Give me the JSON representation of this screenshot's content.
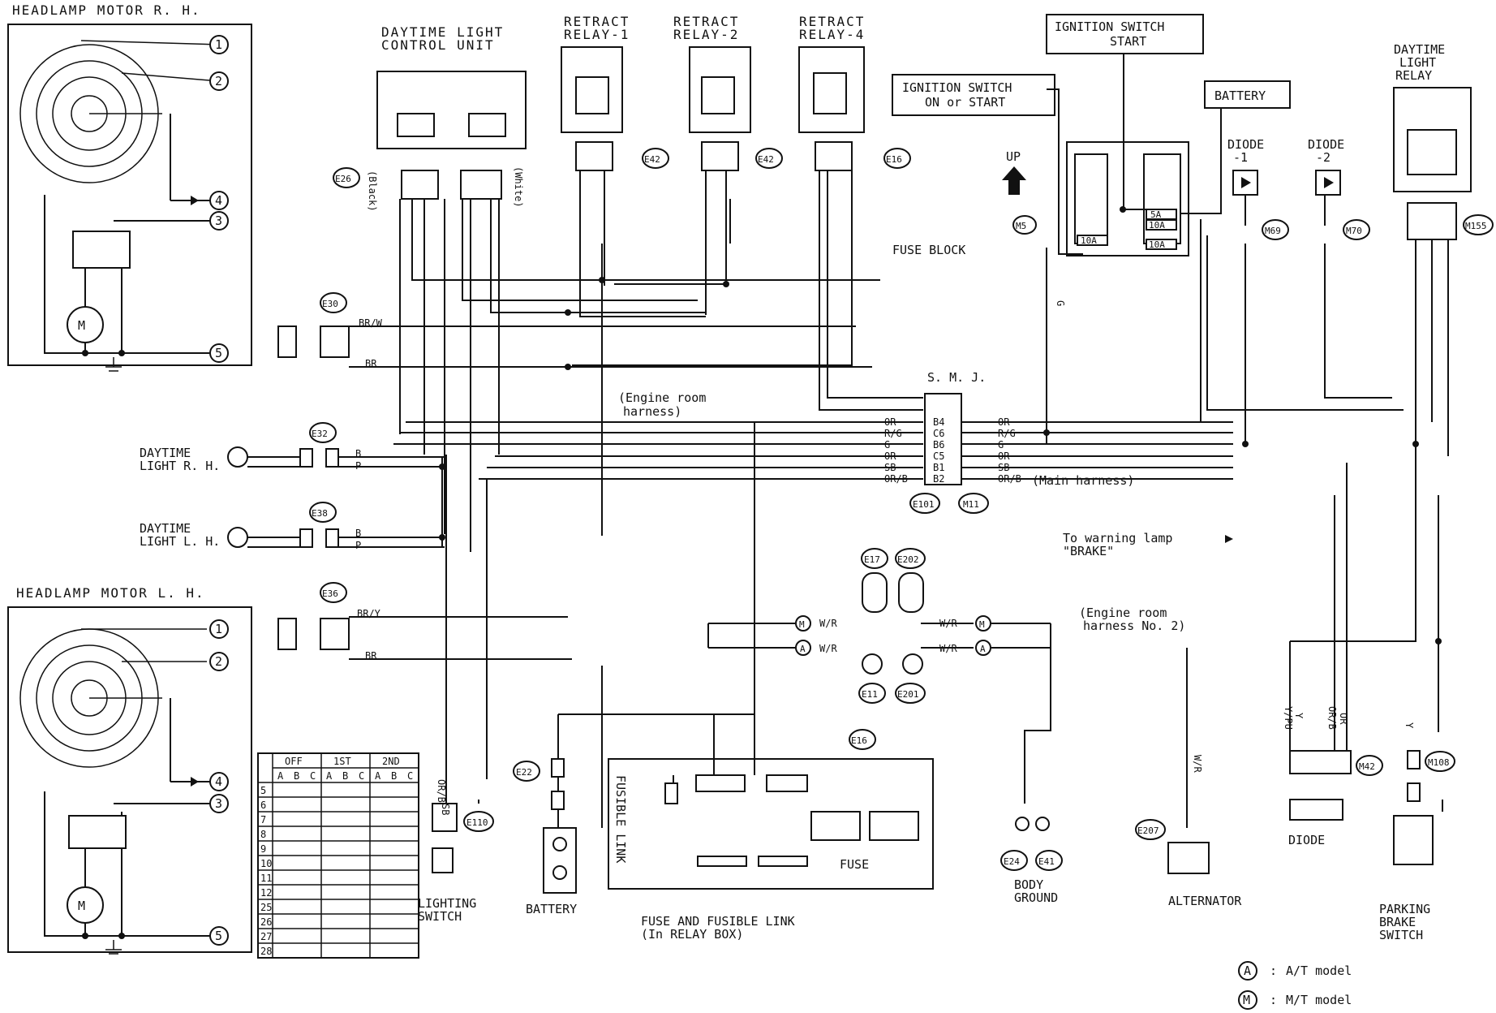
{
  "titles": {
    "motor_rh": "HEADLAMP MOTOR R. H.",
    "motor_lh": "HEADLAMP MOTOR L. H.",
    "dlcu_1": "DAYTIME LIGHT",
    "dlcu_2": "CONTROL UNIT",
    "relay1_1": "RETRACT",
    "relay1_2": "RELAY-1",
    "relay2_1": "RETRACT",
    "relay2_2": "RELAY-2",
    "relay4_1": "RETRACT",
    "relay4_2": "RELAY-4",
    "ign_start_1": "IGNITION SWITCH",
    "ign_start_2": "START",
    "ign_on_1": "IGNITION SWITCH",
    "ign_on_2": "ON or START",
    "battery_box": "BATTERY",
    "dlr_1": "DAYTIME",
    "dlr_2": "LIGHT",
    "dlr_3": "RELAY",
    "diode1_1": "DIODE",
    "diode1_2": "-1",
    "diode2_1": "DIODE",
    "diode2_2": "-2",
    "up": "UP",
    "fuse_block": "FUSE BLOCK",
    "smj": "S. M. J.",
    "engine_harness_1": "(Engine room",
    "engine_harness_2": "harness)",
    "main_harness": "(Main harness)",
    "warning_1": "To warning lamp",
    "warning_2": "\"BRAKE\"",
    "engine_harness2_1": "(Engine room",
    "engine_harness2_2": "harness No. 2)",
    "dl_rh_1": "DAYTIME",
    "dl_rh_2": "LIGHT R. H.",
    "dl_lh_1": "DAYTIME",
    "dl_lh_2": "LIGHT L. H.",
    "lighting_1": "LIGHTING",
    "lighting_2": "SWITCH",
    "battery": "BATTERY",
    "fusible_link": "FUSIBLE LINK",
    "fuse": "FUSE",
    "fuse_fl_1": "FUSE AND FUSIBLE LINK",
    "fuse_fl_2": "(In RELAY BOX)",
    "body_ground_1": "BODY",
    "body_ground_2": "GROUND",
    "alternator": "ALTERNATOR",
    "diode": "DIODE",
    "parking_1": "PARKING",
    "parking_2": "BRAKE",
    "parking_3": "SWITCH",
    "black": "(Black)",
    "white": "(White)"
  },
  "connectors": {
    "E26": "E26",
    "E42a": "E42",
    "E42b": "E42",
    "E16a": "E16",
    "M5": "M5",
    "M69": "M69",
    "M70": "M70",
    "M155": "M155",
    "E30": "E30",
    "E32": "E32",
    "E38": "E38",
    "E36": "E36",
    "E101": "E101",
    "M11": "M11",
    "E17": "E17",
    "E202": "E202",
    "E11": "E11",
    "E201": "E201",
    "E16b": "E16",
    "E22": "E22",
    "E110": "E110",
    "E24": "E24",
    "E41": "E41",
    "E207": "E207",
    "M42": "M42",
    "M108": "M108"
  },
  "motor_pins": [
    "1",
    "2",
    "4",
    "3",
    "5"
  ],
  "fuses": {
    "f5a": "5A",
    "f10a1": "10A",
    "f10a2": "10A",
    "f10a3": "10A"
  },
  "smj_left": [
    {
      "wire": "OR",
      "pin": "B4"
    },
    {
      "wire": "R/G",
      "pin": "C6"
    },
    {
      "wire": "G",
      "pin": "B6"
    },
    {
      "wire": "OR",
      "pin": "C5"
    },
    {
      "wire": "SB",
      "pin": "B1"
    },
    {
      "wire": "OR/B",
      "pin": "B2"
    }
  ],
  "smj_right": [
    "OR",
    "R/G",
    "G",
    "OR",
    "SB",
    "OR/B"
  ],
  "wires": {
    "br_w": "BR/W",
    "br1": "BR",
    "br_y": "BR/Y",
    "br2": "BR",
    "e32_b": "B",
    "e32_p": "P",
    "e38_b": "B",
    "e38_p": "P",
    "wr1": "W/R",
    "wr2": "W/R",
    "wr3": "W/R",
    "wr4": "W/R",
    "or_b_sb": "OR/B",
    "sb": "SB",
    "g_m5": "G",
    "wr_alt": "W/R",
    "ypu": "Y/PU",
    "y": "Y",
    "or_b_dio": "OR/B",
    "or_dio": "OR",
    "y_pbs": "Y"
  },
  "switch_table": {
    "groups": [
      "OFF",
      "1ST",
      "2ND"
    ],
    "cols": [
      "A",
      "B",
      "C",
      "A",
      "B",
      "C",
      "A",
      "B",
      "C"
    ],
    "rows": [
      "5",
      "6",
      "7",
      "8",
      "9",
      "10",
      "11",
      "12",
      "25",
      "26",
      "27",
      "28"
    ]
  },
  "legend": [
    {
      "symbol": "A",
      "text": "A/T model"
    },
    {
      "symbol": "M",
      "text": "M/T model"
    }
  ]
}
